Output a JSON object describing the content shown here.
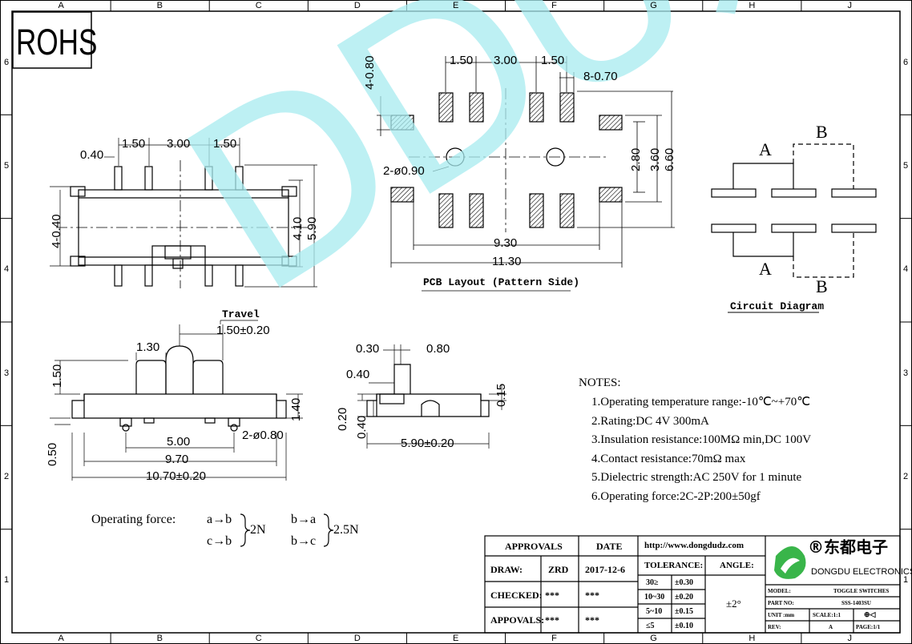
{
  "frame": {
    "columns": [
      "A",
      "B",
      "C",
      "D",
      "E",
      "F",
      "G",
      "H",
      "J"
    ],
    "rows": [
      "6",
      "5",
      "4",
      "3",
      "2",
      "1"
    ]
  },
  "rohs": "ROHS",
  "watermark": "DDU东都",
  "top_view": {
    "dims": [
      "0.40",
      "1.50",
      "3.00",
      "1.50",
      "4-0.40",
      "4.10",
      "5.90"
    ]
  },
  "pcb": {
    "dims": [
      "1.50",
      "3.00",
      "1.50",
      "8-0.70",
      "4-0.80",
      "2-ø0.90",
      "2.80",
      "3.60",
      "6.60",
      "9.30",
      "11.30"
    ],
    "caption": "PCB Layout (Pattern Side)"
  },
  "circuit": {
    "labels": [
      "A",
      "B",
      "A",
      "B"
    ],
    "caption": "Circuit Diagram"
  },
  "side_view": {
    "travel": "Travel",
    "dims": [
      "1.50±0.20",
      "1.30",
      "1.50",
      "1.40",
      "0.50",
      "5.00",
      "2-ø0.80",
      "9.70",
      "10.70±0.20"
    ]
  },
  "end_view": {
    "dims": [
      "0.30",
      "0.80",
      "0.40",
      "0.20",
      "0.40",
      "0.15",
      "5.90±0.20"
    ]
  },
  "notes": {
    "title": "NOTES:",
    "items": [
      "1.Operating temperature range:-10℃~+70℃",
      "2.Rating:DC 4V 300mA",
      "3.Insulation resistance:100MΩ min,DC 100V",
      "4.Contact resistance:70mΩ max",
      "5.Dielectric strength:AC 250V for 1 minute",
      "6.Operating force:2C-2P:200±50gf"
    ]
  },
  "force": {
    "label": "Operating force:",
    "a_b": "a→b",
    "c_b": "c→b",
    "n1": "2N",
    "b_a": "b→a",
    "b_c": "b→c",
    "n2": "2.5N"
  },
  "title_block": {
    "approvals": "APPROVALS",
    "date": "DATE",
    "website": "http://www.dongdudz.com",
    "draw": "DRAW:",
    "draw_by": "ZRD",
    "draw_date": "2017-12-6",
    "tolerance": "TOLERANCE:",
    "angle": "ANGLE:",
    "angle_value": "±2°",
    "checked": "CHECKED:",
    "checked_by": "***",
    "checked_date": "***",
    "appovals": "APPOVALS:",
    "appovals_by": "***",
    "appovals_date": "***",
    "tol_rows": [
      [
        "30≥",
        "±0.30"
      ],
      [
        "10~30",
        "±0.20"
      ],
      [
        "5~10",
        "±0.15"
      ],
      [
        "≤5",
        "±0.10"
      ]
    ],
    "company_cn": "®东都电子",
    "company_en": "DONGDU ELECTRONICS",
    "model_label": "MODEL:",
    "model": "TOGGLE SWITCHES",
    "part_label": "PART NO:",
    "part": "SSS-1403SU",
    "unit_label": "UNIT :mm",
    "scale": "SCALE:1:1",
    "rev_label": "REV:",
    "rev": "A",
    "page": "PAGE:1/1"
  },
  "colors": {
    "watermark": "#a8ecf0",
    "logo_green": "#39b54a"
  }
}
